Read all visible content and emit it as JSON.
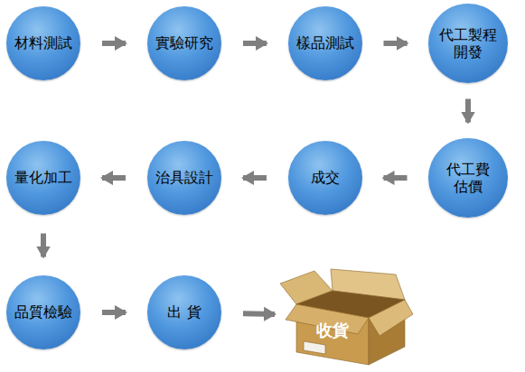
{
  "diagram": {
    "nodes": [
      {
        "text": [
          "材料測試"
        ]
      },
      {
        "text": [
          "實驗研究"
        ]
      },
      {
        "text": [
          "樣品測試"
        ]
      },
      {
        "text": [
          "代工製程 開發"
        ]
      },
      {
        "text": [
          "代工費 估價"
        ]
      },
      {
        "text": [
          "成交"
        ]
      },
      {
        "text": [
          "治具設計"
        ]
      },
      {
        "text": [
          "量化加工"
        ]
      },
      {
        "text": [
          "品質檢驗"
        ]
      },
      {
        "text": [
          "出 貨"
        ]
      },
      {
        "text": [
          "收貨"
        ]
      }
    ],
    "edges": [
      {
        "from": 0,
        "to": 1,
        "arrow": "to"
      },
      {
        "from": 1,
        "to": 2,
        "arrow": "to"
      },
      {
        "from": 2,
        "to": 3,
        "arrow": "to"
      },
      {
        "from": 3,
        "to": 4,
        "arrow": "to"
      },
      {
        "from": 4,
        "to": 5,
        "arrow": "to"
      },
      {
        "from": 5,
        "to": 6,
        "arrow": "to"
      },
      {
        "from": 6,
        "to": 7,
        "arrow": "to"
      },
      {
        "from": 7,
        "to": 8,
        "arrow": "to"
      },
      {
        "from": 8,
        "to": 9,
        "arrow": "to"
      },
      {
        "from": 9,
        "to": 10,
        "arrow": "to"
      }
    ]
  }
}
